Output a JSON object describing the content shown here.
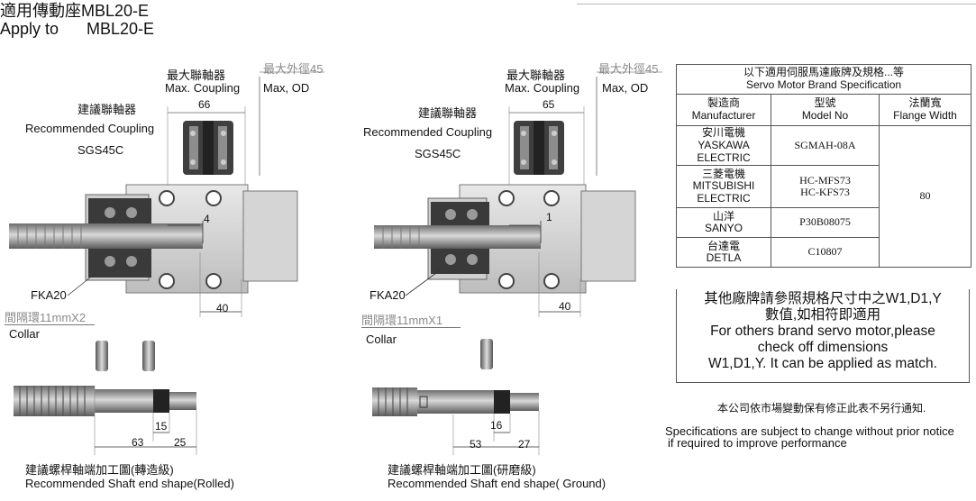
{
  "header": {
    "title_zh": "適用傳動座MBL20-E",
    "title_en_prefix": "Apply to",
    "title_en_model": "MBL20-E"
  },
  "left": {
    "max_coupling_zh": "最大聯軸器",
    "max_coupling_en": "Max. Coupling",
    "max_od_zh": "最大外徑45",
    "max_od_en": "Max, OD",
    "recommended_zh": "建議聯軸器",
    "recommended_en": "Recommended Coupling",
    "coupling_model": "SGS45C",
    "dim_coupling": "66",
    "dim_gap": "4",
    "dim_motor": "40",
    "nut_label": "FKA20",
    "collar_zh": "間隔環11mmX2",
    "collar_en": "Collar",
    "shaft_dim_a": "15",
    "shaft_dim_b": "63",
    "shaft_dim_c": "25",
    "shaft_caption_zh": "建議螺桿軸端加工圖(轉造級)",
    "shaft_caption_en": "Recommended Shaft end shape(Rolled)"
  },
  "right": {
    "max_coupling_zh": "最大聯軸器",
    "max_coupling_en": "Max. Coupling",
    "max_od_zh": "最大外徑45",
    "max_od_en": "Max, OD",
    "recommended_zh": "建議聯軸器",
    "recommended_en": "Recommended Coupling",
    "coupling_model": "SGS45C",
    "dim_coupling": "65",
    "dim_gap": "1",
    "dim_motor": "40",
    "nut_label": "FKA20",
    "collar_zh": "間隔環11mmX1",
    "collar_en": "Collar",
    "shaft_dim_a": "16",
    "shaft_dim_b": "53",
    "shaft_dim_c": "27",
    "shaft_caption_zh": "建議螺桿軸端加工圖(研磨級)",
    "shaft_caption_en": "Recommended Shaft end shape( Ground)"
  },
  "spec_table": {
    "title_zh": "以下適用伺服馬達廠牌及規格...等",
    "title_en": "Servo Motor Brand Specification",
    "headers": [
      {
        "zh": "製造商",
        "en": "Manufacturer"
      },
      {
        "zh": "型號",
        "en": "Model No"
      },
      {
        "zh": "法蘭寬",
        "en": "Flange Width"
      }
    ],
    "rows": [
      {
        "maker_zh": "安川電機",
        "maker_en1": "YASKAWA",
        "maker_en2": "ELECTRIC",
        "model1": "SGMAH-08A",
        "model2": ""
      },
      {
        "maker_zh": "三菱電機",
        "maker_en1": "MITSUBISHI",
        "maker_en2": "ELECTRIC",
        "model1": "HC-MFS73",
        "model2": "HC-KFS73"
      },
      {
        "maker_zh": "山洋",
        "maker_en1": "SANYO",
        "maker_en2": "",
        "model1": "P30B08075",
        "model2": ""
      },
      {
        "maker_zh": "台達電",
        "maker_en1": "DETLA",
        "maker_en2": "",
        "model1": "C10807",
        "model2": ""
      }
    ],
    "flange_width": "80",
    "note_zh1": "其他廠牌請參照規格尺寸中之W1,D1,Y",
    "note_zh2": "數值,如相符即適用",
    "note_en1": "For others brand servo motor,please",
    "note_en2": "check off dimensions",
    "note_en3": "W1,D1,Y. It can be applied as match."
  },
  "footer": {
    "notice_zh": "本公司依市場變動保有修正此表不另行通知.",
    "notice_en1": "Specifications are subject to change without prior notice",
    "notice_en2": "if required to improve performance"
  }
}
